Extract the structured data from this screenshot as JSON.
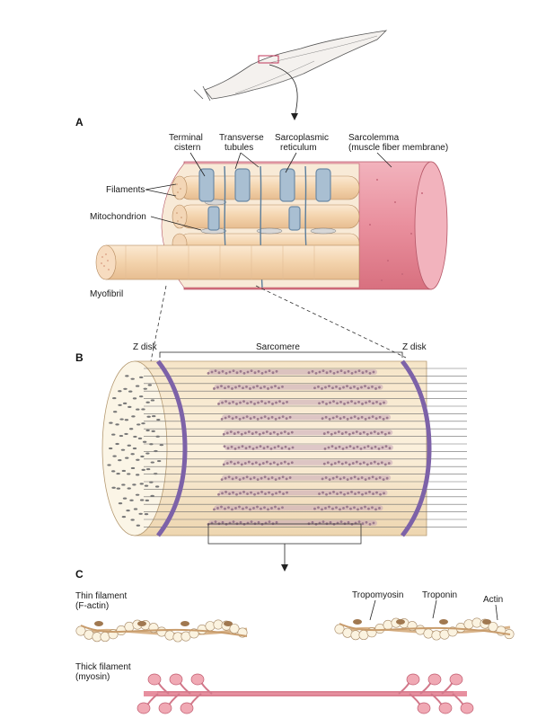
{
  "panels": {
    "a": "A",
    "b": "B",
    "c": "C"
  },
  "labels_a": {
    "terminal_cistern": [
      "Terminal",
      "cistern"
    ],
    "transverse_tubules": [
      "Transverse",
      "tubules"
    ],
    "sarcoplasmic_reticulum": [
      "Sarcoplasmic",
      "reticulum"
    ],
    "sarcolemma": [
      "Sarcolemma",
      "(muscle fiber membrane)"
    ],
    "filaments": "Filaments",
    "mitochondrion": "Mitochondrion",
    "myofibril": "Myofibril"
  },
  "labels_b": {
    "z_disk_left": "Z disk",
    "sarcomere": "Sarcomere",
    "z_disk_right": "Z disk"
  },
  "labels_c": {
    "thin_filament": [
      "Thin filament",
      "(F-actin)"
    ],
    "tropomyosin": "Tropomyosin",
    "troponin": "Troponin",
    "actin": "Actin",
    "thick_filament": [
      "Thick filament",
      "(myosin)"
    ]
  },
  "colors": {
    "muscle_pink": "#e98f9d",
    "fibril_tan": "#f5d9b8",
    "reticulum_blue": "#a9bfd2",
    "z_disk_purple": "#7d62a8",
    "myosin_dots": "#9b7a8c",
    "myosin_head": "#f0a9b4",
    "actin_bead": "#fbf3e0",
    "tropomyosin": "#d9b48a"
  }
}
